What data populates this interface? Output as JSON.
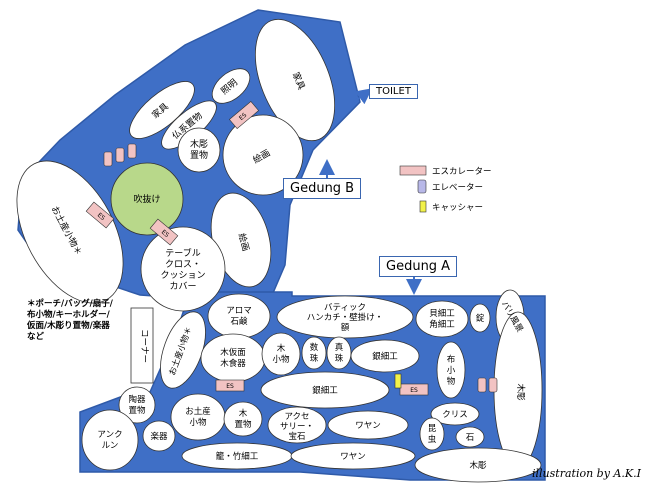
{
  "colors": {
    "floor": "#3f6fc6",
    "floor_border": "#2f5aa8",
    "booth": "#ffffff",
    "atrium": "#b8d88a",
    "escalator": "#f2c3c3",
    "cashier": "#f2f24a",
    "toilet_arrow": "#3f6fc6"
  },
  "labels": {
    "gedung_b": "Gedung B",
    "gedung_a": "Gedung A",
    "toilet": "TOILET",
    "credit": "illustration by A.K.I",
    "escalator_mark": "ES"
  },
  "legend": {
    "escalator": "エスカレーター",
    "elevator": "エレベーター",
    "cashier": "キャッシャー"
  },
  "note": [
    "＊ポーチ/バッグ/扇子/",
    "布小物/キーホルダー/",
    "仮面/木彫り置物/楽器",
    "など"
  ],
  "booths_b": {
    "kagu1": "家具",
    "kagu2": "家具",
    "shomei": "照明",
    "bukkyo": "仏系置物",
    "mokucho": "木彫置物",
    "kaiga1": "絵画",
    "kaiga2": "絵画",
    "fukinuke": "吹抜け",
    "omiyage_b": "お土産小物＊",
    "table": "テーブルクロス・クッションカバー"
  },
  "booths_a": {
    "aroma": "アロマ石鹸",
    "batik": "バティックハンカチ・壁掛け・額",
    "kaizaiku": "貝細工角細工",
    "jo": "錠",
    "bari": "バリ風景",
    "corner": "コーナー",
    "omiyage_a": "お土産小物＊",
    "kamen": "木仮面木食器",
    "kikomono": "木小物",
    "juzu": "数珠",
    "shinju": "真珠",
    "ginzaiku1": "銀細工",
    "nuno": "布小物",
    "ginzaiku2": "銀細工",
    "mokucho_a": "木彫",
    "touki": "陶器置物",
    "omiyage_a2": "お土産小物",
    "ki_okimono": "木置物",
    "accessory": "アクセサリー宝石",
    "wayang1": "ワヤン",
    "kris": "クリス",
    "konchu": "昆虫",
    "ishi": "石",
    "angklung": "アンクルン",
    "gakki": "楽器",
    "take": "籠・竹細工",
    "wayang2": "ワヤン",
    "mokucho_b": "木彫"
  }
}
